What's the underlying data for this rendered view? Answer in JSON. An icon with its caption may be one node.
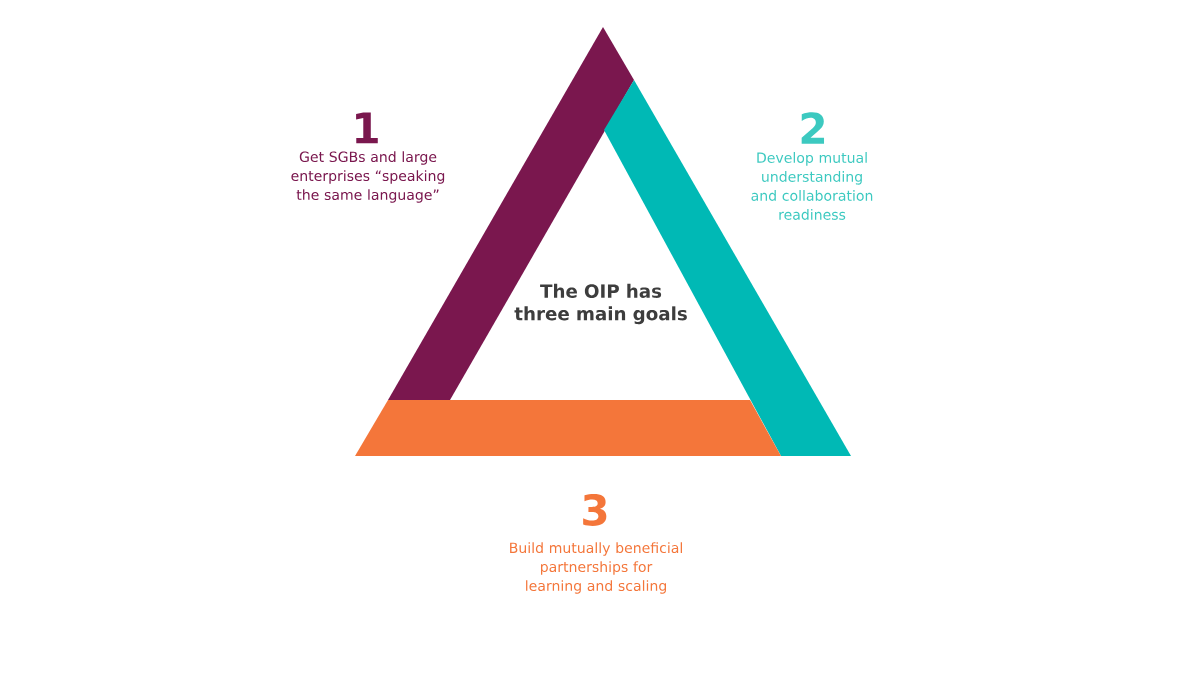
{
  "diagram": {
    "nodes": [
      {
        "text": [],
        "shape": "band",
        "beside": [
          "1",
          "Get SGBs and large enterprises “speaking the same language”"
        ]
      },
      {
        "text": [],
        "shape": "band",
        "beside": [
          "2",
          "Develop mutual understanding and collaboration readiness"
        ]
      },
      {
        "text": [],
        "shape": "band",
        "beside": [
          "3",
          "Build mutually beneficial partnerships for learning and scaling"
        ]
      }
    ],
    "labels": [
      "The OIP has three main goals"
    ]
  }
}
